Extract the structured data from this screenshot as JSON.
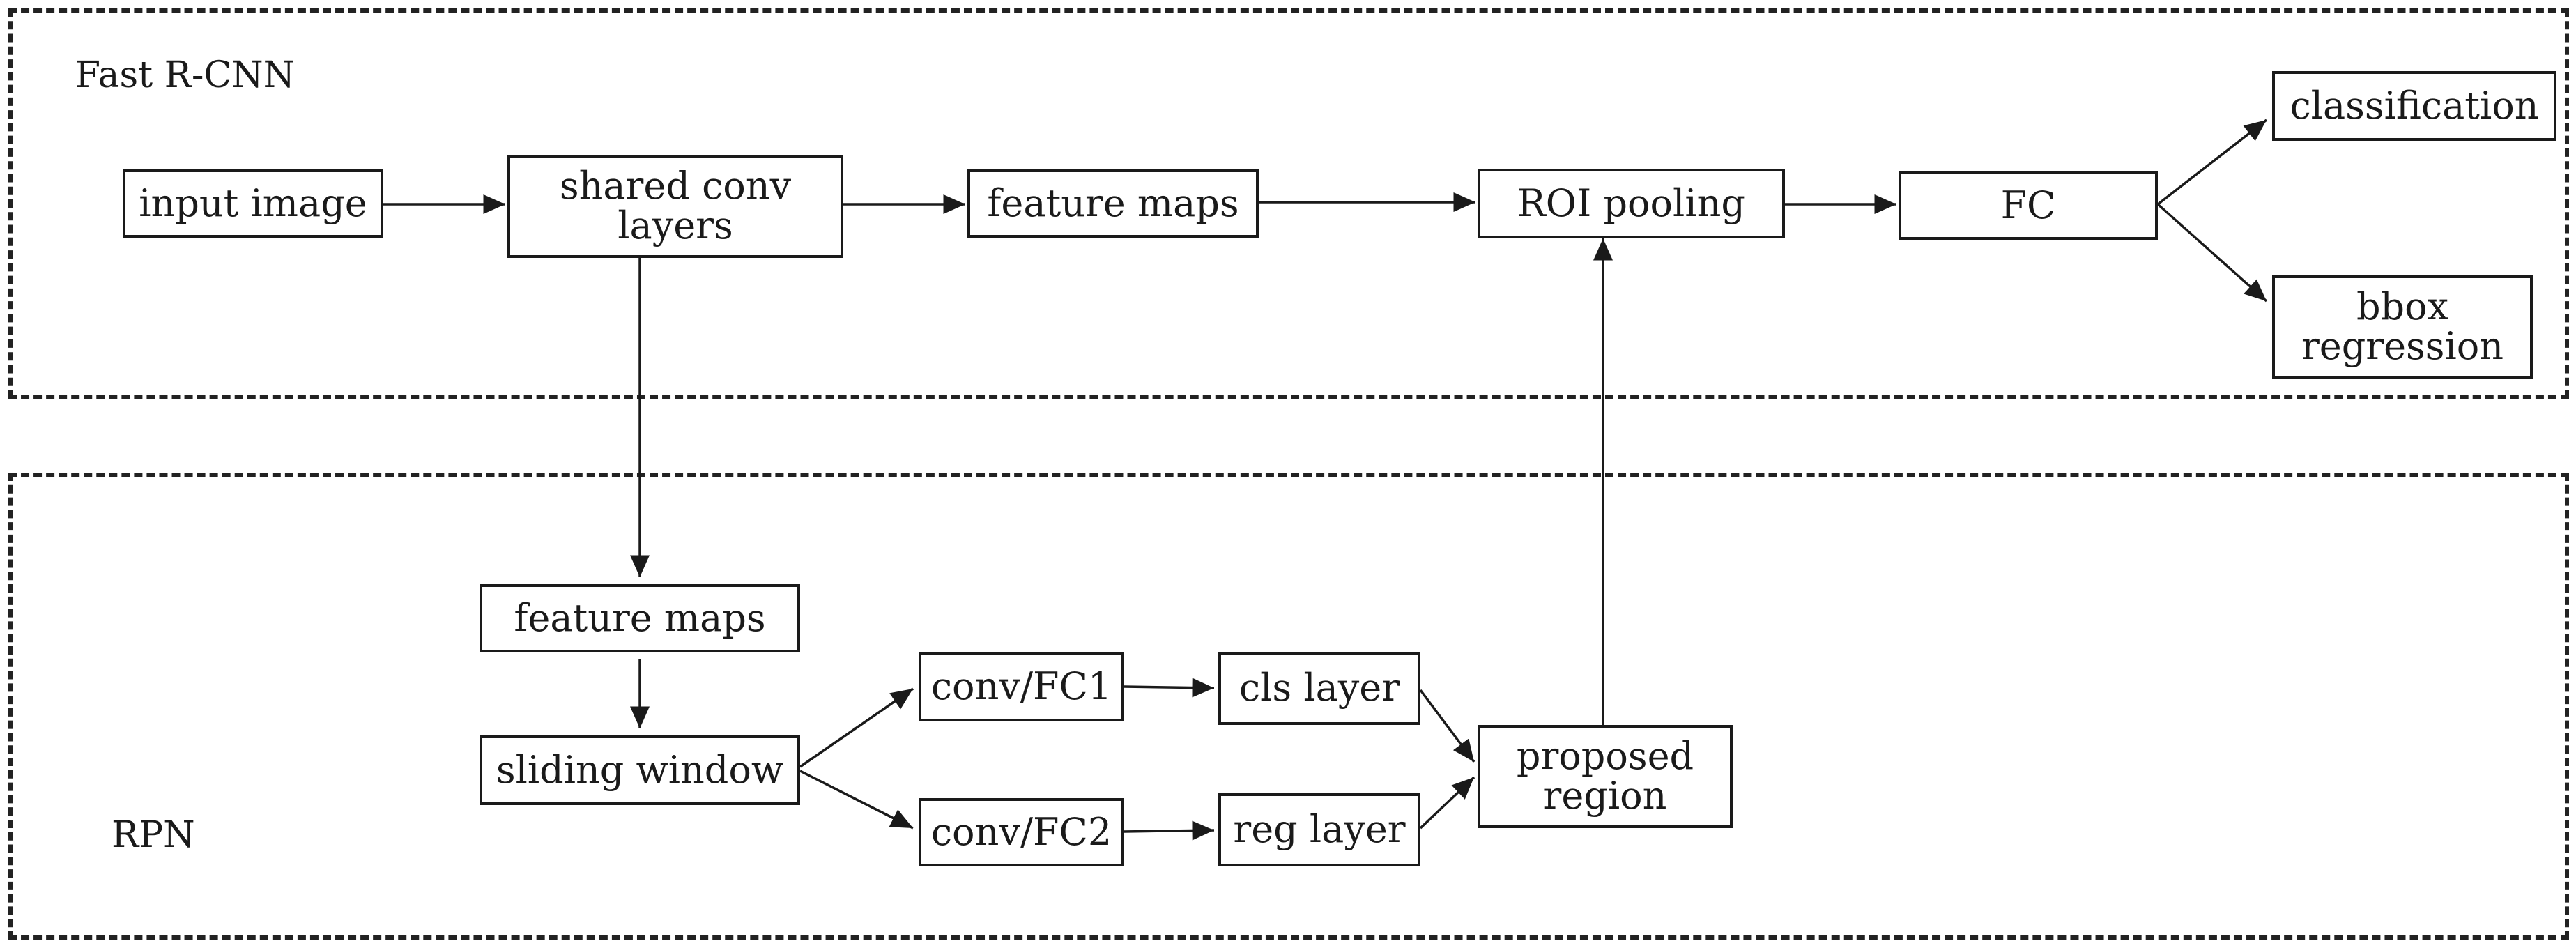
{
  "colors": {
    "stroke": "#1a1a1a",
    "background": "#ffffff"
  },
  "regions": {
    "fast_rcnn": {
      "label": "Fast R-CNN"
    },
    "rpn": {
      "label": "RPN"
    }
  },
  "nodes": {
    "input_image": "input image",
    "shared_conv": "shared conv\nlayers",
    "feature_maps_top": "feature maps",
    "roi_pooling": "ROI pooling",
    "fc": "FC",
    "classification": "classification",
    "bbox_regression": "bbox\nregression",
    "feature_maps_rpn": "feature maps",
    "sliding_window": "sliding window",
    "conv_fc1": "conv/FC1",
    "conv_fc2": "conv/FC2",
    "cls_layer": "cls layer",
    "reg_layer": "reg layer",
    "proposed_region": "proposed\nregion"
  }
}
